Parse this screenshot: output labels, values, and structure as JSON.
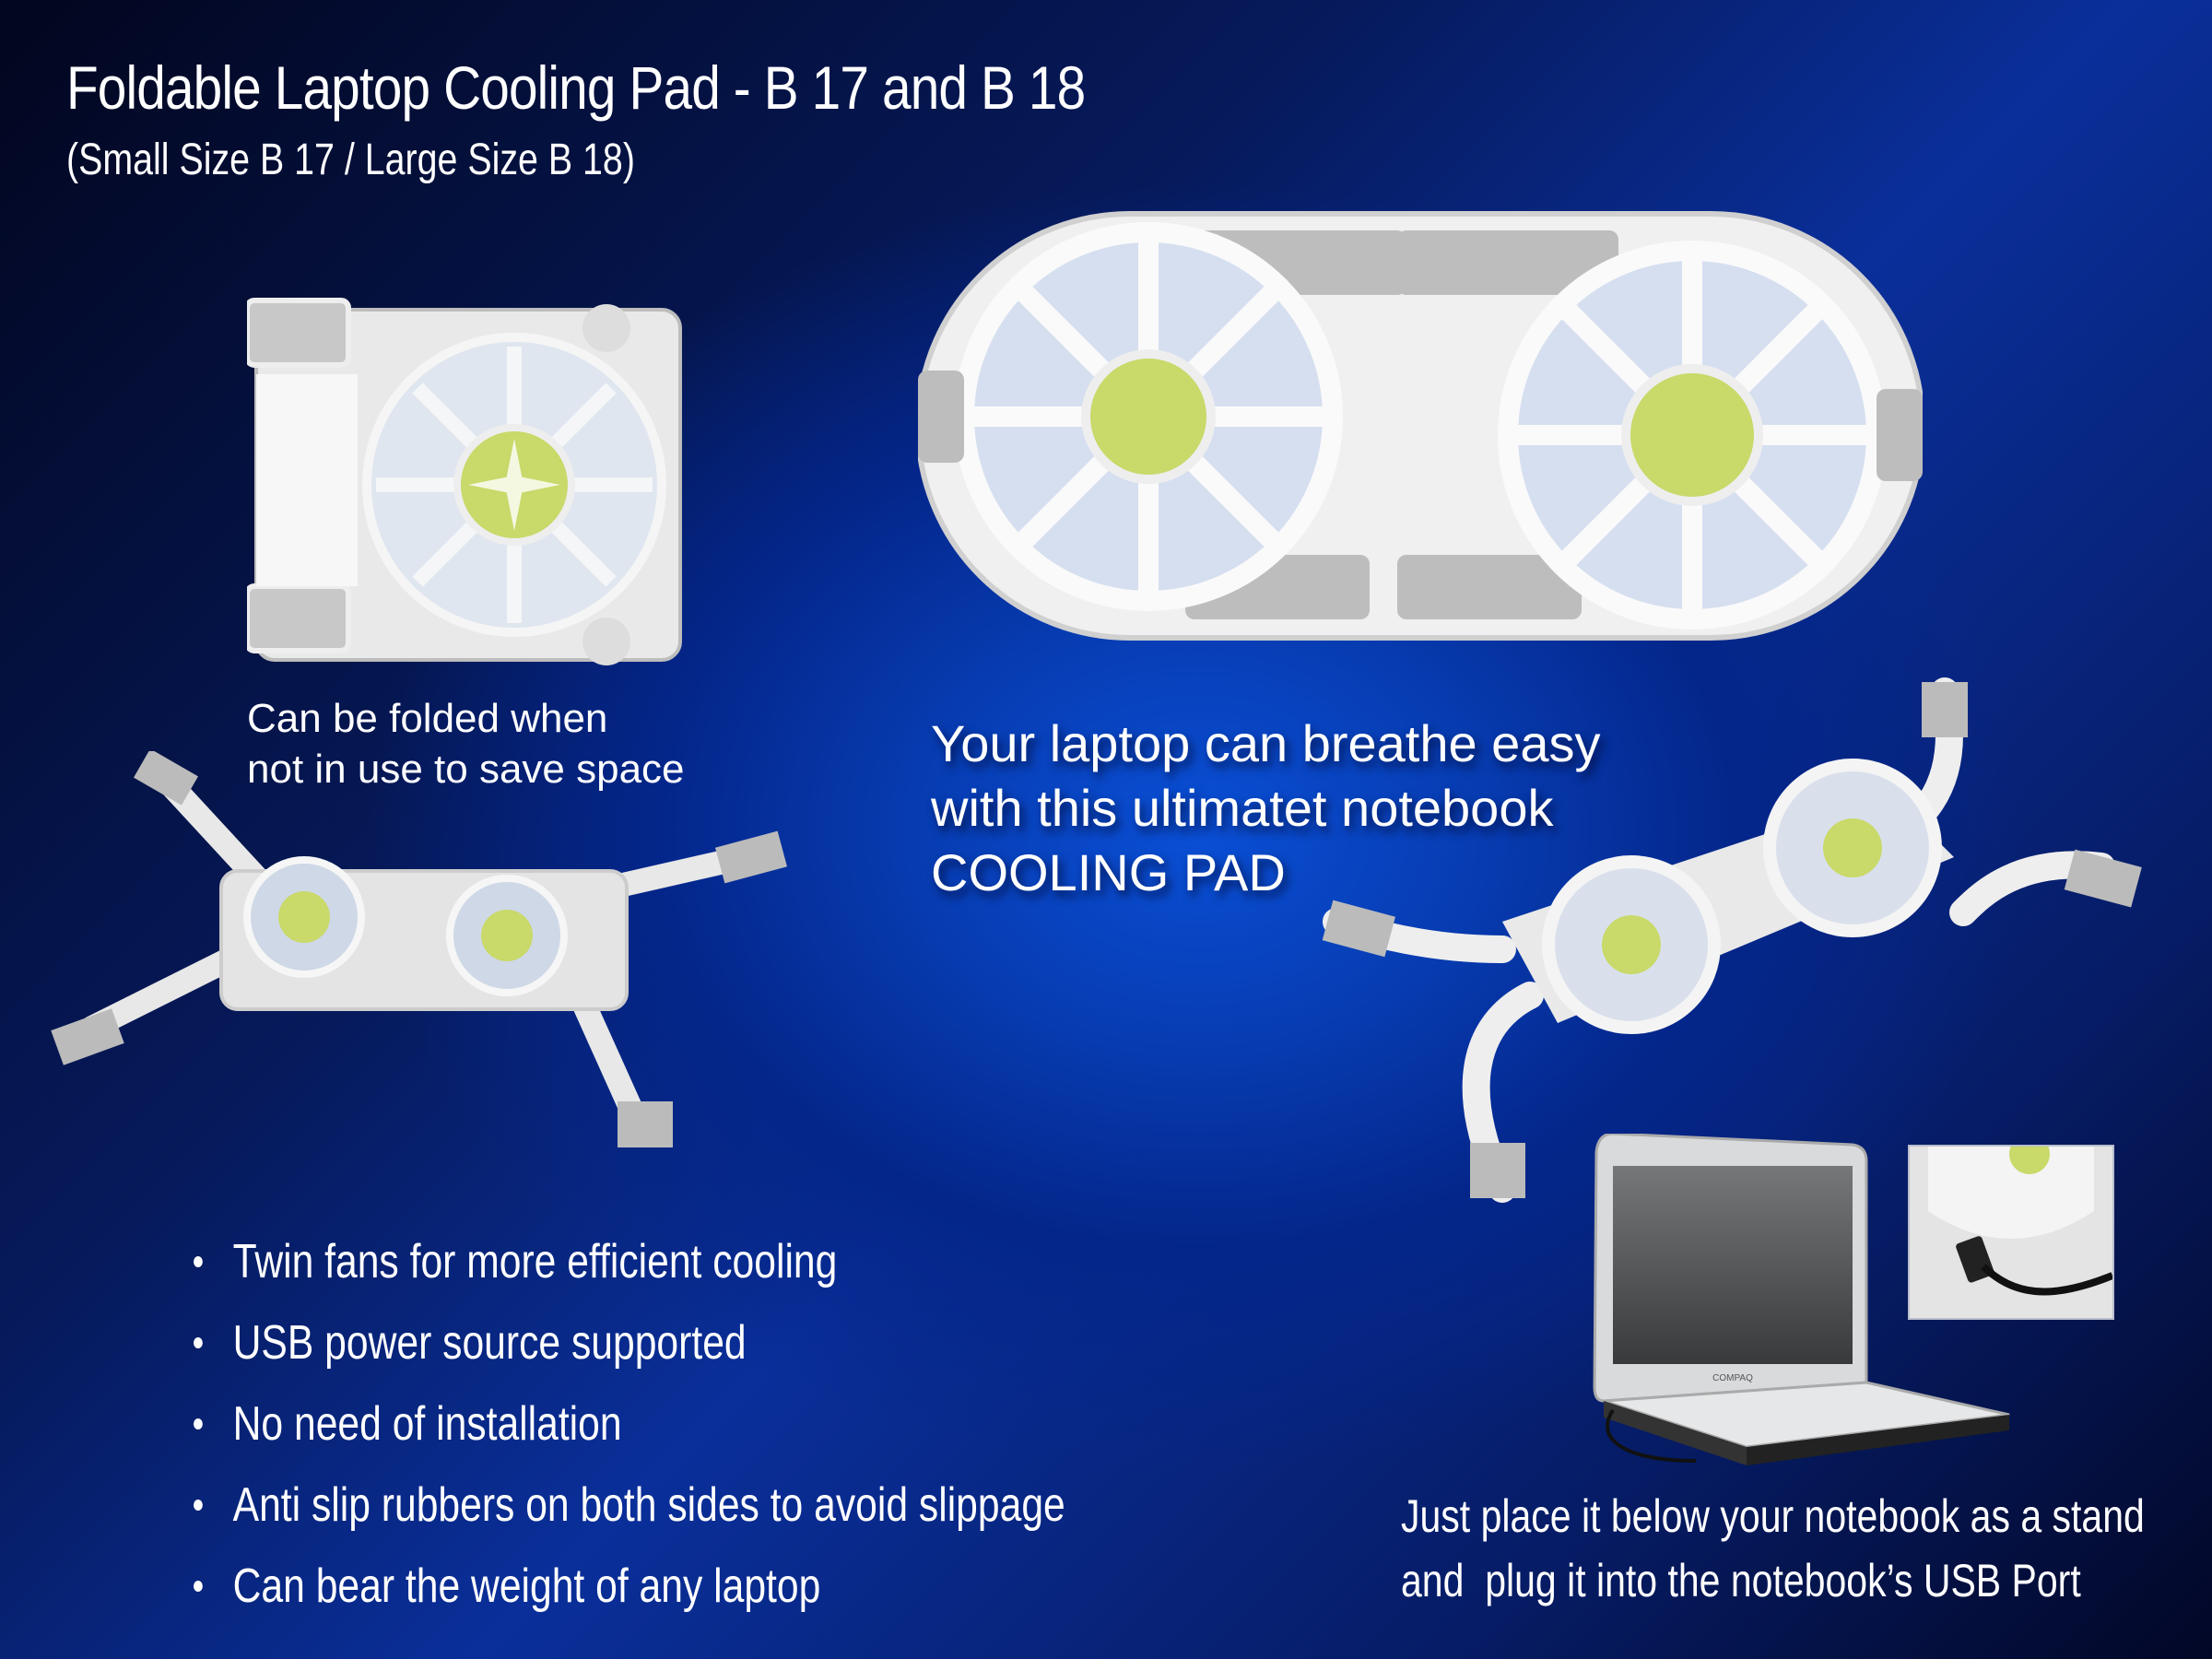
{
  "header": {
    "title": "Foldable Laptop Cooling Pad - B 17 and B 18",
    "subtitle": "(Small Size B 17 / Large Size B 18)"
  },
  "captions": {
    "folded": [
      "Can be folded when",
      "not in use to save space"
    ],
    "headline": [
      "Your laptop can breathe easy",
      "with this ultimatet notebook",
      "COOLING PAD"
    ],
    "usage": [
      "Just place it below your notebook as a stand",
      "and  plug it into the notebook’s USB Port"
    ]
  },
  "features": [
    "Twin fans for more efficient cooling",
    "USB power source supported",
    "No need of installation",
    "Anti slip rubbers on both sides to avoid slippage",
    "Can bear the weight of any laptop"
  ],
  "images": {
    "folded_pad": "folded-cooling-pad-photo",
    "twin_fan_pad": "twin-fan-cooling-pad-photo",
    "small_pad_open": "small-cooling-pad-unfolded-photo",
    "large_pad_open": "large-cooling-pad-unfolded-photo",
    "laptop": "laptop-on-cooling-pad-photo",
    "usb_inset": "usb-plug-closeup-photo",
    "laptop_brand": "COMPAQ"
  },
  "colors": {
    "background_center": "#0a4fd6",
    "background_edge": "#020726",
    "text": "#ffffff",
    "pad_body": "#f2f2f2",
    "fan_hub": "#c9d96a",
    "rubber_pad": "#b8b8b8"
  }
}
